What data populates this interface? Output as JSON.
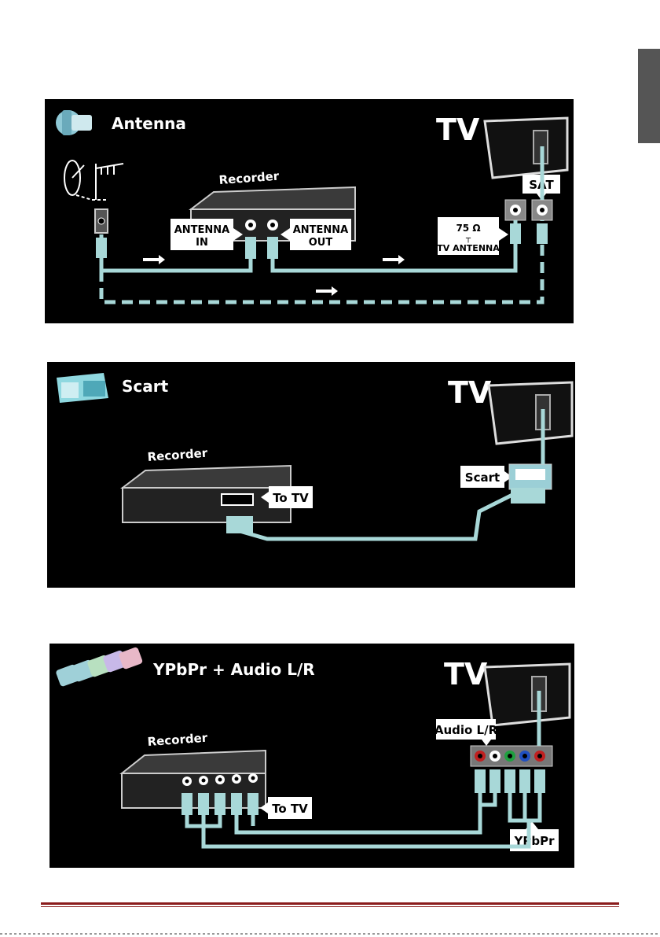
{
  "colors": {
    "panel_bg": "#000000",
    "cable": "#a8d8d8",
    "label_bg": "#ffffff",
    "device": "#3a3a3a",
    "footer_rule": "#8a1b1b"
  },
  "panels": {
    "antenna": {
      "title": "Antenna",
      "tv_label": "TV",
      "recorder_label": "Recorder",
      "antenna_in_line1": "ANTENNA",
      "antenna_in_line2": "IN",
      "antenna_out_line1": "ANTENNA",
      "antenna_out_line2": "OUT",
      "tv_antenna_line1": "75 Ω",
      "tv_antenna_line2": "TV ANTENNA",
      "sat_label": "SAT",
      "icon": "coax-plug-icon"
    },
    "scart": {
      "title": "Scart",
      "tv_label": "TV",
      "recorder_label": "Recorder",
      "to_tv_label": "To TV",
      "tv_port_label": "Scart",
      "icon": "scart-plug-icon"
    },
    "ypbpr": {
      "title": "YPbPr + Audio L/R",
      "tv_label": "TV",
      "recorder_label": "Recorder",
      "to_tv_label": "To TV",
      "audio_label": "Audio L/R",
      "ypbpr_label": "YPbPr",
      "icon": "rca-plugs-icon"
    }
  }
}
